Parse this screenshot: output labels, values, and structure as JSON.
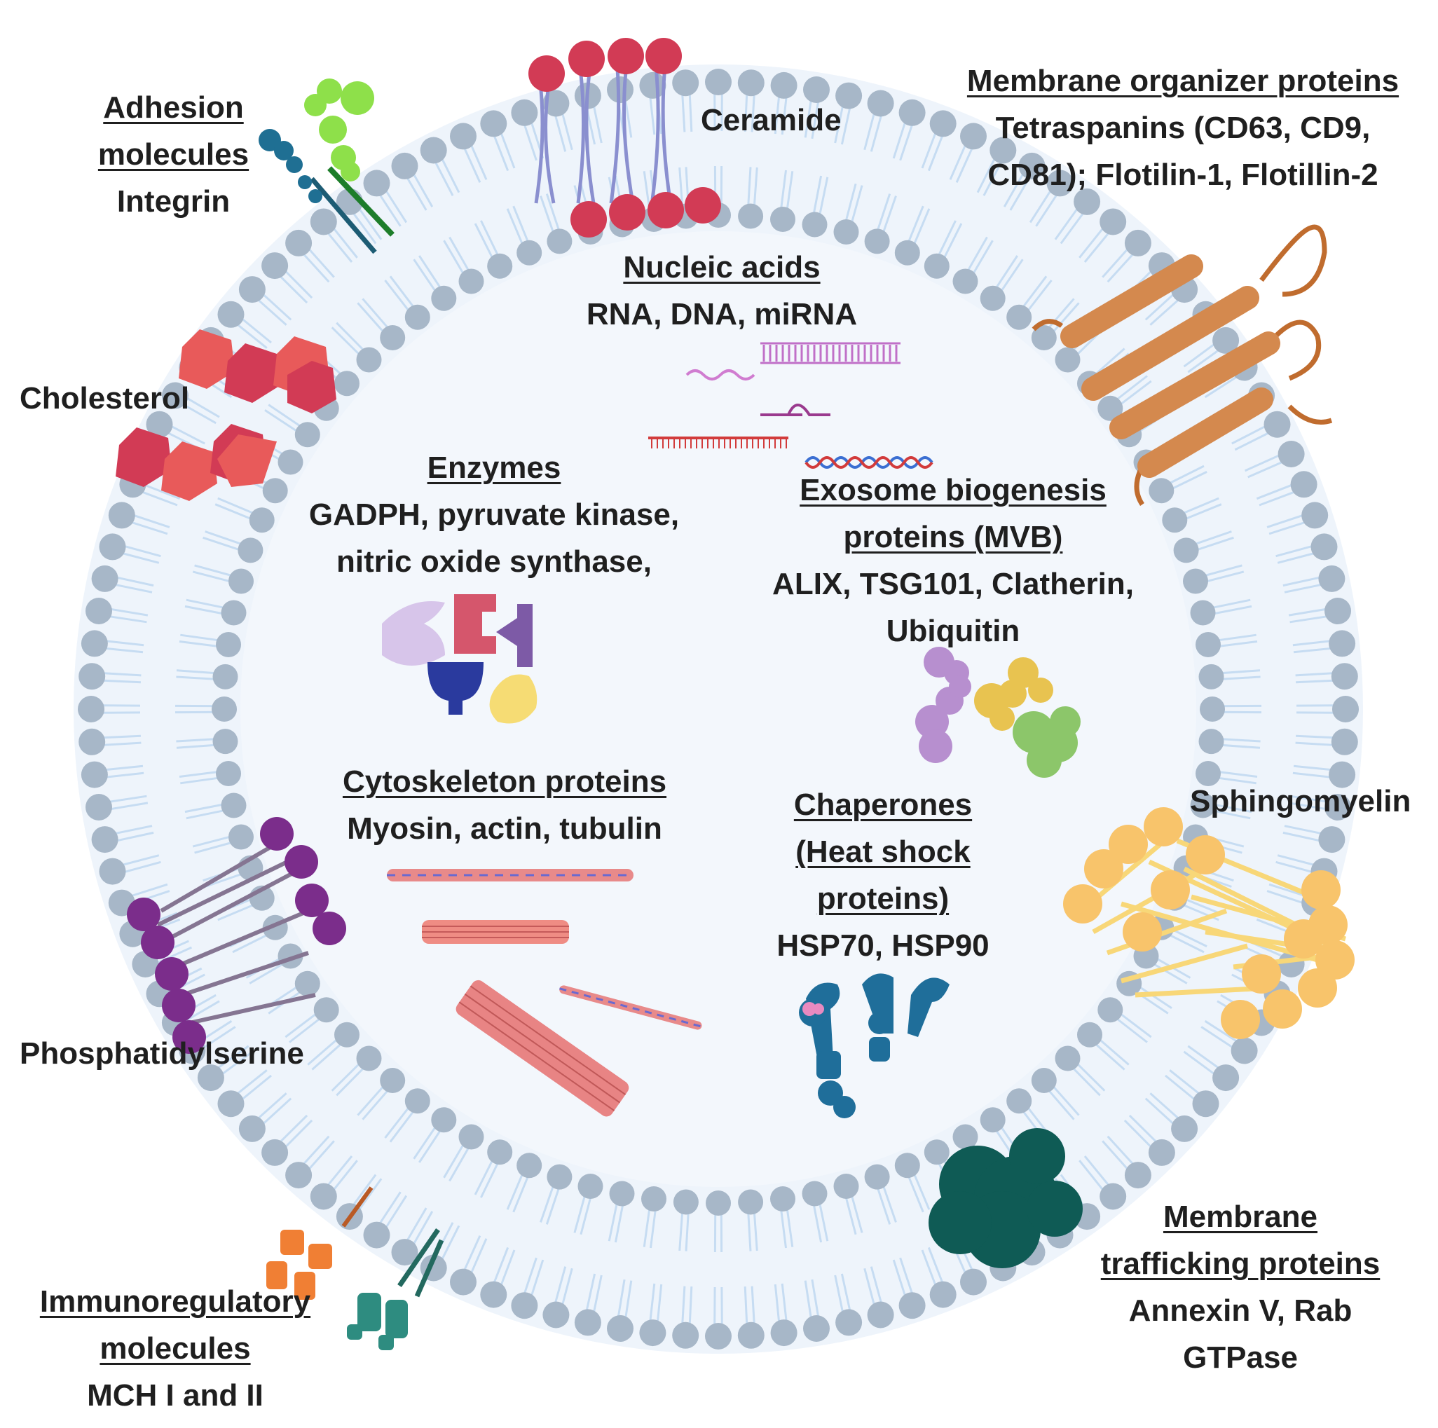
{
  "colors": {
    "membrane_head": "#a7b7c8",
    "membrane_tail": "#c6dcf2",
    "lumen": "#f3f7fc",
    "ceramide": "#d23b55",
    "cholesterol": "#e0505e",
    "tetraspanin": "#d4894e",
    "sphingomyelin": "#f8c46b",
    "phosphatidylserine": "#7b2d8b",
    "adhesion_green": "#8ee04a",
    "adhesion_blue": "#1f6f93",
    "mhc_orange": "#f07f34",
    "mhc_teal": "#2e8c80",
    "trafficking": "#0f5b55",
    "chaperone": "#1f6e9a"
  },
  "icons": [
    "ceramide-icon",
    "cholesterol-icon",
    "tetraspanin-icon",
    "sphingomyelin-icon",
    "phosphatidylserine-icon",
    "integrin-icon",
    "mhc-icon",
    "annexin-icon",
    "nucleic-acid-icon",
    "enzyme-icon",
    "biogenesis-protein-icon",
    "cytoskeleton-icon",
    "chaperone-icon"
  ],
  "labels": {
    "adhesion": {
      "heading_1": "Adhesion",
      "heading_2": "molecules",
      "body": "Integrin"
    },
    "ceramide": "Ceramide",
    "membrane_organizer": {
      "heading": "Membrane organizer proteins",
      "body_1": "Tetraspanins (CD63, CD9,",
      "body_2": "CD81); Flotilin-1, Flotillin-2"
    },
    "nucleic_acids": {
      "heading": "Nucleic acids",
      "body": "RNA, DNA, miRNA"
    },
    "cholesterol": "Cholesterol",
    "enzymes": {
      "heading": "Enzymes",
      "body_1": "GADPH, pyruvate kinase,",
      "body_2": "nitric oxide synthase,"
    },
    "exosome_biogenesis": {
      "heading_1": "Exosome biogenesis",
      "heading_2": "proteins (MVB)",
      "body_1": "ALIX, TSG101, Clatherin,",
      "body_2": "Ubiquitin"
    },
    "cytoskeleton": {
      "heading": "Cytoskeleton proteins",
      "body": "Myosin, actin, tubulin"
    },
    "chaperones": {
      "heading_1": "Chaperones",
      "heading_2": "(Heat shock",
      "heading_3": "proteins)",
      "body": "HSP70, HSP90"
    },
    "sphingomyelin": "Sphingomyelin",
    "phosphatidylserine": "Phosphatidylserine",
    "immunoregulatory": {
      "heading_1": "Immunoregulatory",
      "heading_2": "molecules",
      "body": "MCH I and II"
    },
    "membrane_trafficking": {
      "heading_1": "Membrane",
      "heading_2": "trafficking proteins",
      "body_1": "Annexin V, Rab",
      "body_2": "GTPase"
    }
  }
}
